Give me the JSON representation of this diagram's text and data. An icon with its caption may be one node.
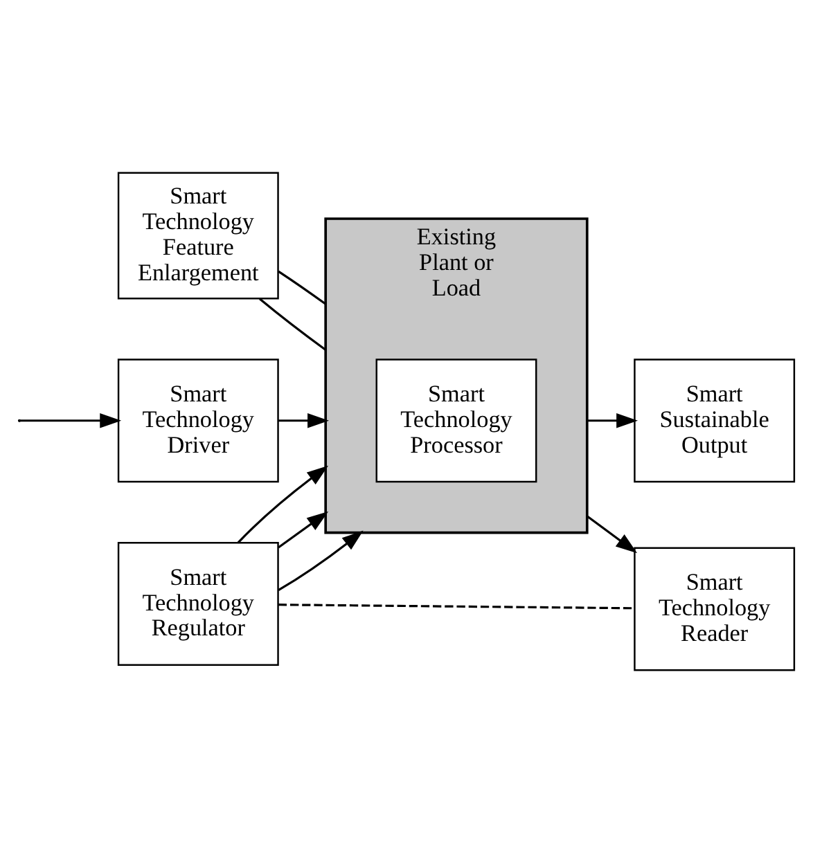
{
  "diagram": {
    "nodes": [
      {
        "text": [
          "Smart Technology Feature Enlargement"
        ]
      },
      {
        "text": [
          "Existing Plant or Load"
        ]
      },
      {
        "text": [
          "Smart Technology Processor"
        ],
        "in": 1
      },
      {
        "text": [
          "Smart Technology Driver"
        ]
      },
      {
        "text": [
          "Smart Sustainable Output"
        ]
      },
      {
        "text": [
          "Smart Technology Regulator"
        ]
      },
      {
        "text": [
          "Smart Technology Reader"
        ]
      }
    ],
    "edges": [
      {
        "from": null,
        "to": 3,
        "arrow": "to"
      },
      {
        "from": 3,
        "to": 1,
        "arrow": "to"
      },
      {
        "from": 1,
        "to": 4,
        "arrow": "to"
      },
      {
        "from": 1,
        "to": 6,
        "arrow": "to"
      },
      {
        "from": 0,
        "to": 1,
        "arrow": "none"
      },
      {
        "from": 0,
        "to": 1,
        "arrow": "none"
      },
      {
        "from": 5,
        "to": 1,
        "arrow": "to"
      },
      {
        "from": 5,
        "to": 1,
        "arrow": "to"
      },
      {
        "from": 5,
        "to": 1,
        "arrow": "to"
      },
      {
        "from": 5,
        "to": 6,
        "arrow": "none",
        "style": "dashed"
      }
    ]
  }
}
